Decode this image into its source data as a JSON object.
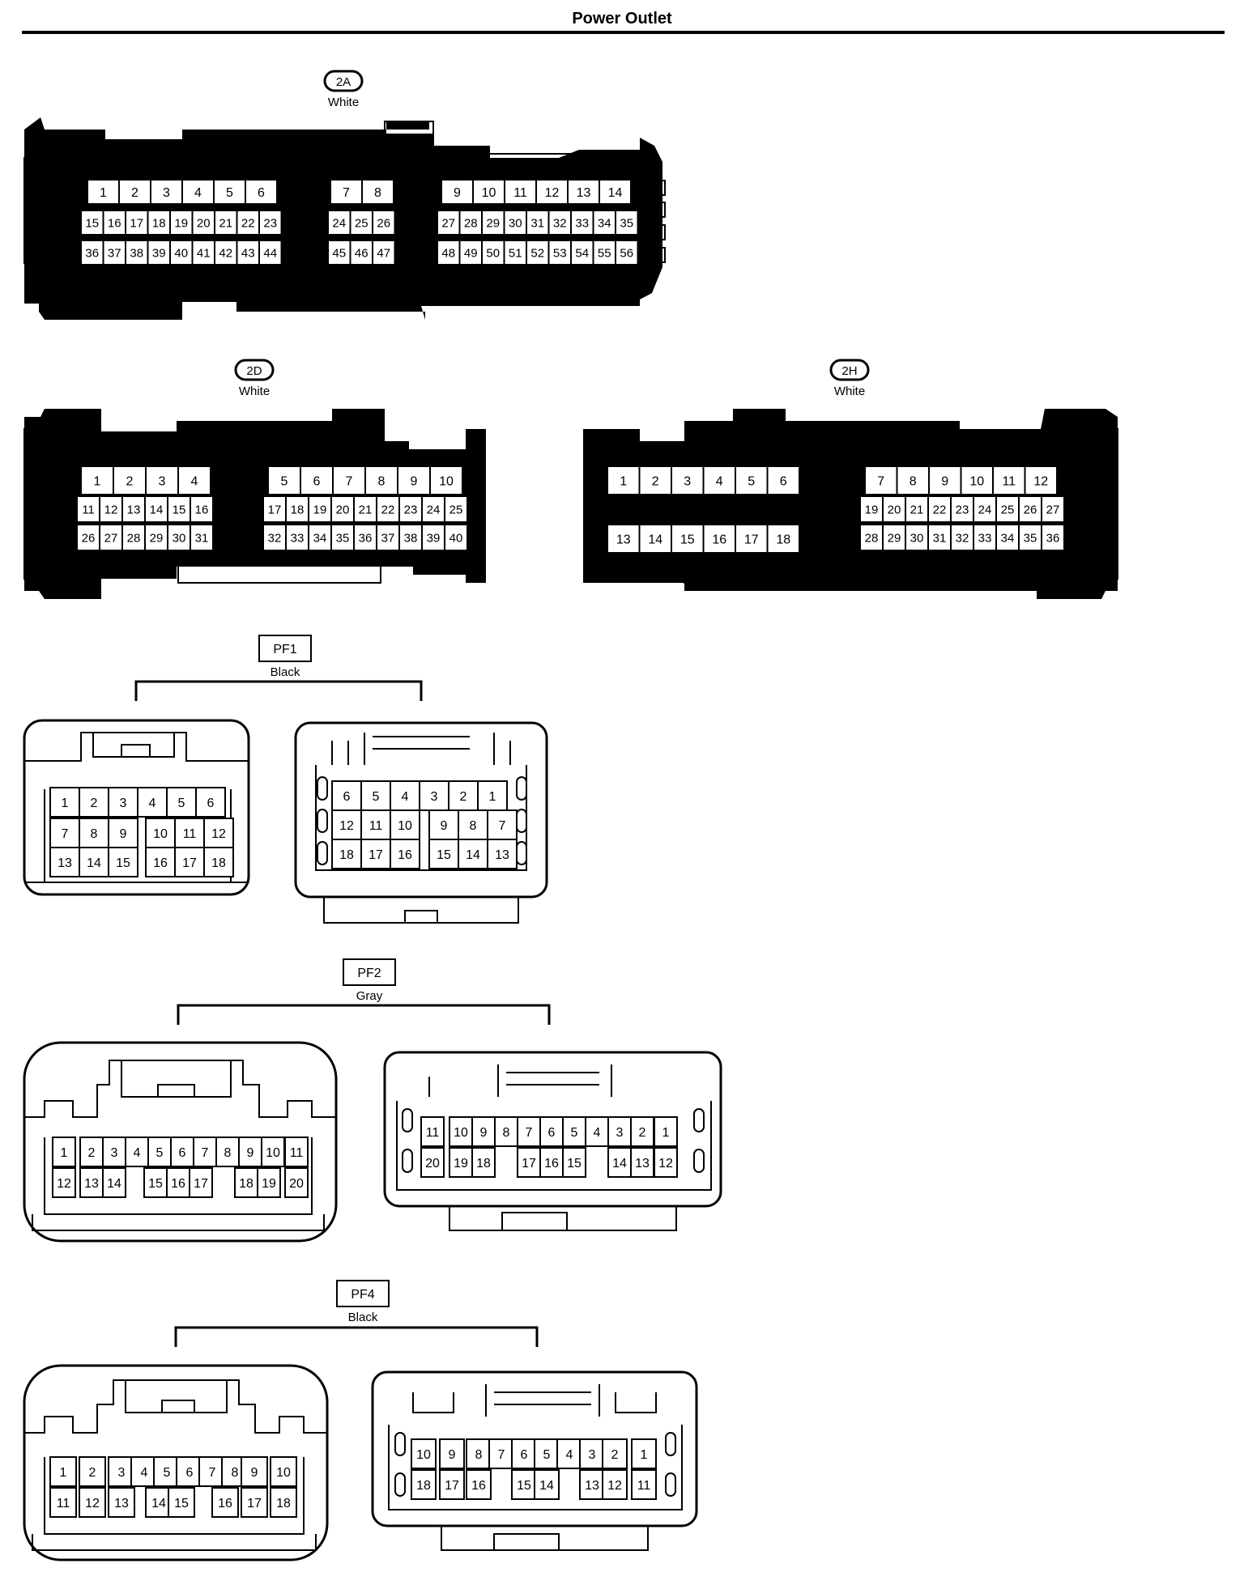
{
  "page": {
    "title": "Power Outlet"
  },
  "connectors": [
    {
      "id": "2A",
      "color": "White",
      "label_style": "oval",
      "faces": [
        {
          "rows": [
            [
              "1",
              "2",
              "3",
              "4",
              "5",
              "6",
              "",
              "7",
              "8",
              "",
              "9",
              "10",
              "11",
              "12",
              "13",
              "14"
            ],
            [
              "15",
              "16",
              "17",
              "18",
              "19",
              "20",
              "21",
              "22",
              "23",
              "",
              "24",
              "25",
              "26",
              "",
              "27",
              "28",
              "29",
              "30",
              "31",
              "32",
              "33",
              "34",
              "35"
            ],
            [
              "36",
              "37",
              "38",
              "39",
              "40",
              "41",
              "42",
              "43",
              "44",
              "",
              "45",
              "46",
              "47",
              "",
              "48",
              "49",
              "50",
              "51",
              "52",
              "53",
              "54",
              "55",
              "56"
            ]
          ]
        }
      ]
    },
    {
      "id": "2D",
      "color": "White",
      "label_style": "oval",
      "faces": [
        {
          "rows": [
            [
              "1",
              "2",
              "3",
              "4",
              "",
              "5",
              "6",
              "7",
              "8",
              "9",
              "10"
            ],
            [
              "11",
              "12",
              "13",
              "14",
              "15",
              "16",
              "",
              "17",
              "18",
              "19",
              "20",
              "21",
              "22",
              "23",
              "24",
              "25"
            ],
            [
              "26",
              "27",
              "28",
              "29",
              "30",
              "31",
              "",
              "32",
              "33",
              "34",
              "35",
              "36",
              "37",
              "38",
              "39",
              "40"
            ]
          ]
        }
      ]
    },
    {
      "id": "2H",
      "color": "White",
      "label_style": "oval",
      "faces": [
        {
          "rows": [
            [
              "1",
              "2",
              "3",
              "4",
              "5",
              "6",
              "",
              "7",
              "8",
              "9",
              "10",
              "11",
              "12"
            ],
            [
              "",
              "19",
              "20",
              "21",
              "22",
              "23",
              "24",
              "25",
              "26",
              "27"
            ],
            [
              "13",
              "14",
              "15",
              "16",
              "17",
              "18",
              "",
              "28",
              "29",
              "30",
              "31",
              "32",
              "33",
              "34",
              "35",
              "36"
            ]
          ]
        }
      ]
    },
    {
      "id": "PF1",
      "color": "Black",
      "label_style": "box",
      "faces": [
        {
          "rows": [
            [
              "1",
              "2",
              "3",
              "4",
              "5",
              "6"
            ],
            [
              "7",
              "8",
              "9",
              "10",
              "11",
              "12"
            ],
            [
              "13",
              "14",
              "15",
              "16",
              "17",
              "18"
            ]
          ]
        },
        {
          "rows": [
            [
              "6",
              "5",
              "4",
              "3",
              "2",
              "1"
            ],
            [
              "12",
              "11",
              "10",
              "9",
              "8",
              "7"
            ],
            [
              "18",
              "17",
              "16",
              "15",
              "14",
              "13"
            ]
          ]
        }
      ]
    },
    {
      "id": "PF2",
      "color": "Gray",
      "label_style": "box",
      "faces": [
        {
          "rows": [
            [
              "1",
              "2",
              "3",
              "4",
              "5",
              "6",
              "7",
              "8",
              "9",
              "10",
              "11"
            ],
            [
              "12",
              "13",
              "14",
              "15",
              "16",
              "17",
              "18",
              "19",
              "20"
            ]
          ]
        },
        {
          "rows": [
            [
              "11",
              "10",
              "9",
              "8",
              "7",
              "6",
              "5",
              "4",
              "3",
              "2",
              "1"
            ],
            [
              "20",
              "19",
              "18",
              "17",
              "16",
              "15",
              "14",
              "13",
              "12"
            ]
          ]
        }
      ]
    },
    {
      "id": "PF4",
      "color": "Black",
      "label_style": "box",
      "faces": [
        {
          "rows": [
            [
              "1",
              "2",
              "3",
              "4",
              "5",
              "6",
              "7",
              "8",
              "9",
              "10"
            ],
            [
              "11",
              "12",
              "13",
              "14",
              "15",
              "16",
              "17",
              "18"
            ]
          ]
        },
        {
          "rows": [
            [
              "10",
              "9",
              "8",
              "7",
              "6",
              "5",
              "4",
              "3",
              "2",
              "1"
            ],
            [
              "18",
              "17",
              "16",
              "15",
              "14",
              "13",
              "12",
              "11"
            ]
          ]
        }
      ]
    }
  ]
}
